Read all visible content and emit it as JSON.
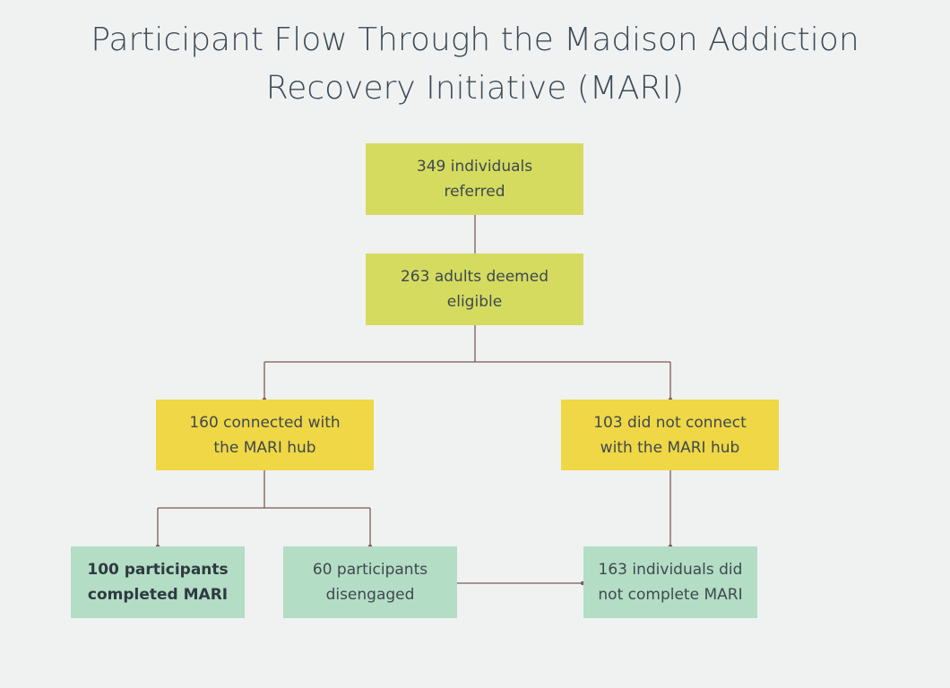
{
  "title": {
    "line1": "Participant Flow Through the Madison Addiction",
    "line2": "Recovery Initiative (MARI)"
  },
  "nodes": {
    "referred": "349 individuals\nreferred",
    "eligible": "263 adults deemed\neligible",
    "connected": "160 connected with\nthe MARI hub",
    "not_connected": "103 did not connect\nwith the MARI hub",
    "completed": "100 participants\ncompleted MARI",
    "disengaged": "60 participants\ndisengaged",
    "not_completed": "163 individuals did\nnot complete MARI"
  },
  "colors": {
    "lime": "#d4db5f",
    "yellow": "#efd745",
    "mint": "#b3ddc4",
    "connector": "#7a5a55",
    "background": "#f0f2f1"
  }
}
